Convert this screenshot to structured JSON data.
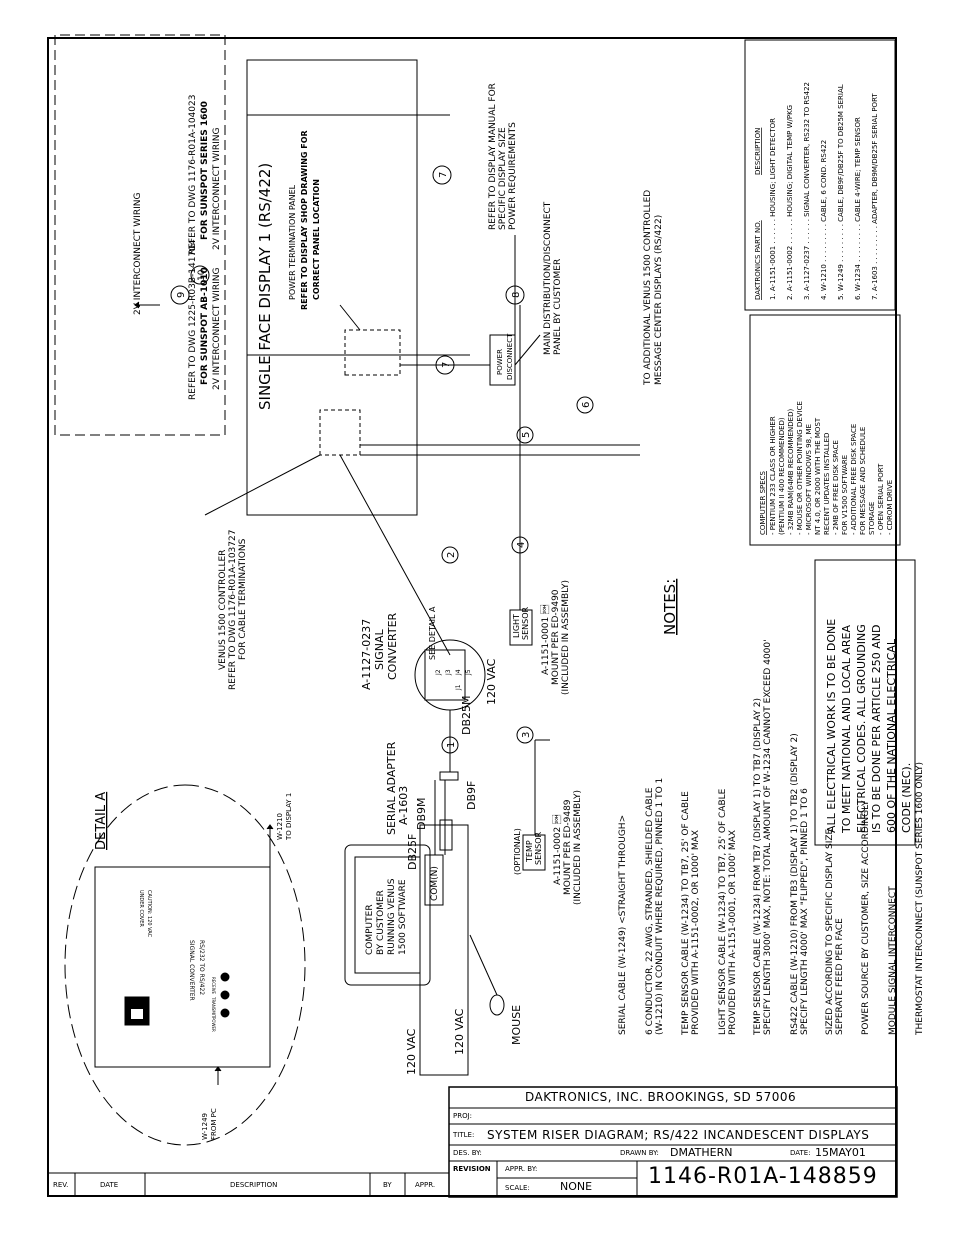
{
  "title_block": {
    "company": "DAKTRONICS, INC.   BROOKINGS, SD 57006",
    "proj_label": "PROJ:",
    "title_label": "TITLE:",
    "title_value": "SYSTEM RISER DIAGRAM; RS/422 INCANDESCENT DISPLAYS",
    "des_label": "DES. BY:",
    "drawn_label": "DRAWN BY:",
    "drawn_value": "DMATHERN",
    "date_label": "DATE:",
    "date_value": "15MAY01",
    "revision_label": "REVISION",
    "appr_label": "APPR. BY:",
    "scale_label": "SCALE:",
    "scale_value": "NONE",
    "drawing_number": "1146-R01A-148859"
  },
  "revision_row": {
    "rev": "REV.",
    "date": "DATE",
    "description": "DESCRIPTION",
    "by": "BY",
    "appr": "APPR."
  },
  "diagram": {
    "detail_a": "DETAIL A",
    "converter_box": [
      "RS/232 TO RS/422",
      "SIGNAL CONVERTER",
      "CAUTION: 120 VAC",
      "UNDER COVER"
    ],
    "converter_leds": [
      "POWER",
      "TRANSMIT",
      "RECEIVE"
    ],
    "from_pc": [
      "W-1249",
      "FROM PC"
    ],
    "to_display": [
      "W-1210",
      "TO DISPLAY 1"
    ],
    "controller": [
      "VENUS 1500 CONTROLLER",
      "REFER TO DWG 1176-R01A-103727",
      "FOR CABLE TERMINATIONS"
    ],
    "signal_converter": [
      "A-1127-0237",
      "SIGNAL",
      "CONVERTER"
    ],
    "see_detail": "SEE DETAIL A",
    "j_labels": [
      "J1",
      "J2",
      "J3",
      "J4",
      "J5"
    ],
    "db25m": "DB25M",
    "vac_converter": "120 VAC",
    "serial_adapter": [
      "SERIAL ADAPTER",
      "A-1603"
    ],
    "db25f": "DB25F",
    "db9m": "DB9M",
    "db9f": "DB9F",
    "computer": [
      "COMPUTER",
      "BY CUSTOMER",
      "RUNNING VENUS",
      "1500 SOFTWARE"
    ],
    "com": "COM(N)",
    "vac_computer": "120 VAC",
    "vac_monitor": "120 VAC",
    "mouse": "MOUSE",
    "light_sensor": [
      "LIGHT",
      "SENSOR"
    ],
    "light_sensor_info": [
      "A-1151-0001 \u0001",
      "MOUNT PER ED-9490",
      "(INCLUDED IN ASSEMBLY)"
    ],
    "optional": "(OPTIONAL)",
    "temp_sensor": [
      "TEMP",
      "SENSOR"
    ],
    "temp_sensor_info": [
      "A-1151-0002 \u0001",
      "MOUNT PER ED-9489",
      "(INCLUDED IN ASSEMBLY)"
    ],
    "display_title": "SINGLE FACE DISPLAY 1 (RS/422)",
    "ptp": [
      "POWER TERMINATION PANEL",
      "REFER TO DISPLAY SHOP DRAWING FOR",
      "CORRECT PANEL LOCATION"
    ],
    "power_disconnect": [
      "POWER",
      "DISCONNECT"
    ],
    "main_distribution": [
      "MAIN DISTRIBUTION/DISCONNECT",
      "PANEL BY CUSTOMER"
    ],
    "refer_display_manual": [
      "REFER TO DISPLAY MANUAL FOR",
      "SPECIFIC DISPLAY SIZE",
      "POWER REQUIREMENTS"
    ],
    "to_additional": [
      "TO ADDITIONAL VENUS 1500 CONTROLLED",
      "MESSAGE CENTER DISPLAYS (RS/422)"
    ],
    "interconnect_left": [
      "REFER TO DWG 1225-R03B-141704",
      "FOR SUNSPOT AB-1010",
      "2V INTERCONNECT WIRING"
    ],
    "interconnect_right": [
      "REFER TO DWG 1176-R01A-104023",
      "FOR SUNSPOT SERIES 1600",
      "2V INTERCONNECT WIRING"
    ],
    "interconnect_top": "2V INTERCONNECT WIRING",
    "notes_title": "NOTES:",
    "notes": [
      "SERIAL CABLE (W-1249) <STRAIGHT THROUGH>",
      "6 CONDUCTOR, 22 AWG, STRANDED, SHIELDED CABLE",
      "(W-1210) IN CONDUIT WHERE REQUIRED, PINNED 1 TO 1",
      "TEMP SENSOR CABLE (W-1234) TO TB7, 25' OF CABLE",
      "PROVIDED WITH A-1151-0002, OR 1000' MAX",
      "LIGHT SENSOR CABLE (W-1234) TO TB7, 25' OF CABLE",
      "PROVIDED WITH A-1151-0001, OR 1000' MAX",
      "TEMP SENSOR CABLE (W-1234) FROM TB7 (DISPLAY 1) TO TB7 (DISPLAY 2)",
      "SPECIFY LENGTH 3000' MAX, NOTE: TOTAL AMOUNT OF W-1234 CANNOT EXCEED 4000'",
      "RS422 CABLE (W-1210) FROM TB3 (DISPLAY 1) TO TB2 (DISPLAY 2)",
      "SPECIFY LENGTH 4000' MAX \"FLIPPED\", PINNED 1 TO 6",
      "SIZED ACCORDING TO SPECIFIC DISPLAY SIZE",
      "SEPERATE FEED PER FACE",
      "POWER SOURCE BY CUSTOMER, SIZE ACCORDINGLY",
      "MODULE SIGNAL INTERCONNECT",
      "THERMOSTAT INTERCONNECT (SUNSPOT SERIES 1600 ONLY)"
    ],
    "electrical": [
      "ALL ELECTRICAL WORK IS TO BE DONE",
      "TO MEET NATIONAL AND LOCAL AREA",
      "ELECTRICAL CODES.  ALL GROUNDING",
      "IS TO BE DONE PER ARTICLE 250 AND",
      "600 OF THE NATIONAL ELECTRICAL",
      "CODE (NEC)."
    ],
    "computer_specs_title": "COMPUTER SPECS",
    "computer_specs": [
      "- PENTIUM 233 CLASS OR HIGHER",
      "  (PENTIUM II 400 RECOMMENDED)",
      "- 32MB RAM(64MB RECOMMENDED)",
      "- MOUSE OR OTHER POINTING DEVICE",
      "- MICROSOFT WINDOWS 98, ME",
      "  NT 4.0, OR 2000 WITH THE MOST",
      "  RECENT UPDATES INSTALLED",
      "- 2MB OF FREE DISK SPACE",
      "  FOR V1500 SOFTWARE",
      "- ADDITIONAL FREE DISK SPACE",
      "  FOR MESSAGE AND SCHEDULE",
      "  STORAGE",
      "- OPEN SERIAL PORT",
      "- CDROM DRIVE"
    ],
    "parts_header_no": "DAKTRONICS PART NO.",
    "parts_header_desc": "DESCRIPTION",
    "parts": [
      "1. A-1151-0001 . . . . . . HOUSING; LIGHT DETECTOR",
      "2. A-1151-0002 . . . . . . HOUSING; DIGITAL TEMP W/PKG",
      "3. A-1127-0237 . . . . . . SIGNAL CONVERTER, RS232 TO RS422",
      "4. W-1210 . . . . . . . . . CABLE, 6 COND. RS422",
      "5. W-1249 . . . . . . . . . CABLE, DB9F/DB25F TO DB25M SERIAL",
      "6. W-1234 . . . . . . . . . CABLE 4-WIRE; TEMP SENSOR",
      "7. A-1603 . . . . . . . . . ADAPTER, DB9M/DB25F SERIAL PORT"
    ],
    "circle_numbers": [
      "1",
      "2",
      "3",
      "4",
      "5",
      "6",
      "7",
      "7",
      "8",
      "9",
      "10"
    ]
  }
}
